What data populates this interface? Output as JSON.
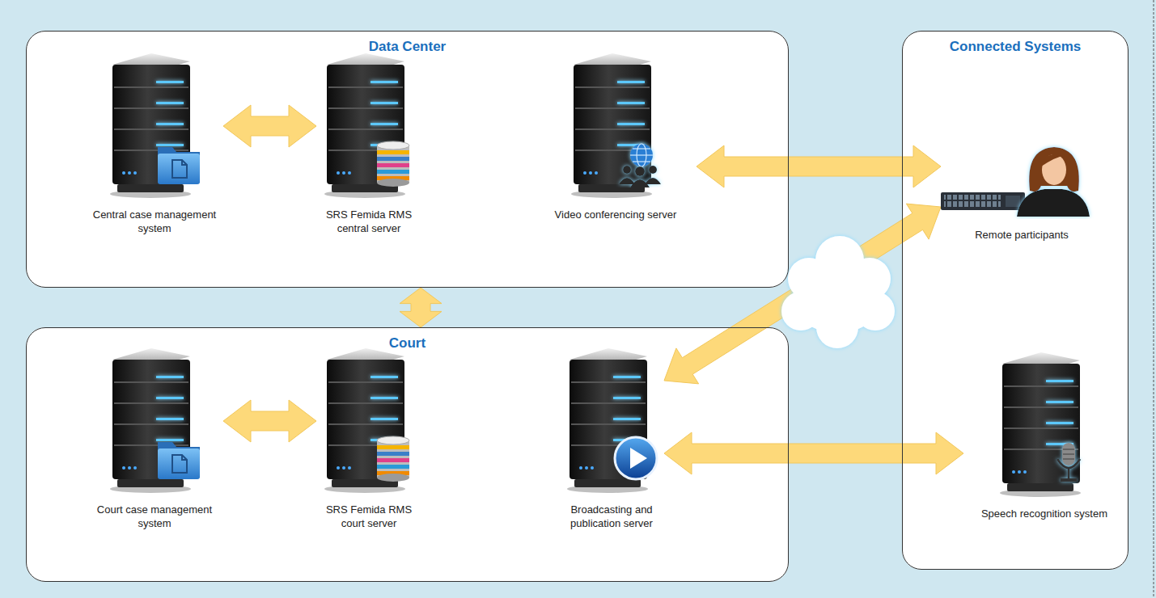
{
  "diagram": {
    "nodes": [
      {
        "text": [
          "Data Center"
        ]
      },
      {
        "text": [
          "Central case management system"
        ],
        "in": 0
      },
      {
        "text": [
          "SRS Femida RMS central server"
        ],
        "in": 0
      },
      {
        "text": [
          "Video conferencing server"
        ],
        "in": 0
      },
      {
        "text": [
          "Court"
        ]
      },
      {
        "text": [
          "Court case management system"
        ],
        "in": 4
      },
      {
        "text": [
          "SRS Femida RMS court server"
        ],
        "in": 4
      },
      {
        "text": [
          "Broadcasting and publication server"
        ],
        "in": 4
      },
      {
        "text": [
          "Connected Systems"
        ]
      },
      {
        "text": [
          "Remote participants"
        ],
        "in": 8
      },
      {
        "text": [
          "Speech recognition system"
        ],
        "in": 8
      }
    ],
    "edges": [
      {
        "from": 1,
        "to": 2,
        "arrow": "both"
      },
      {
        "from": 0,
        "to": 4,
        "arrow": "both"
      },
      {
        "from": 3,
        "to": 9,
        "arrow": "both"
      },
      {
        "from": 5,
        "to": 6,
        "arrow": "both"
      },
      {
        "from": 7,
        "to": 9,
        "arrow": "both"
      },
      {
        "from": 7,
        "to": 10,
        "arrow": "both"
      }
    ]
  }
}
